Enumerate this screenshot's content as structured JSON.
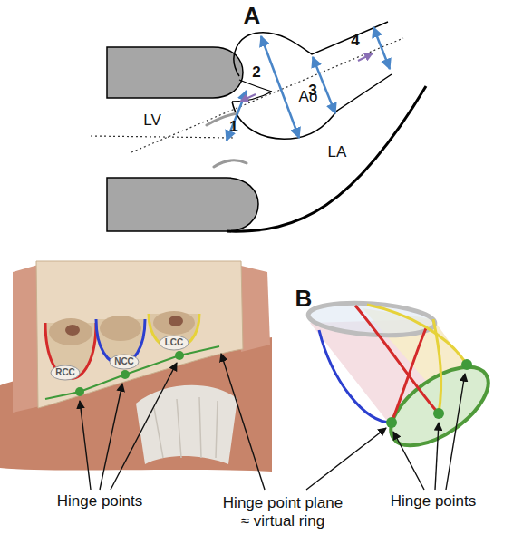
{
  "diagram": {
    "labels": [
      "A",
      "2",
      "3",
      "4",
      "1",
      "Ao",
      "LV",
      "LA",
      "B",
      "RCC",
      "NCC",
      "LCC",
      "Hinge points",
      "Hinge point plane ≈ virtual ring",
      "Hinge points"
    ]
  }
}
